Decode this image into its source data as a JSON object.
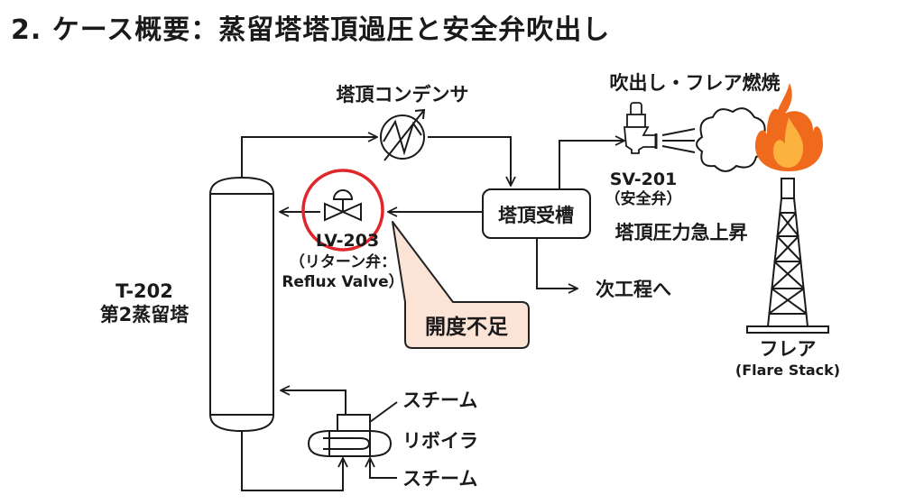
{
  "title": "2. ケース概要：蒸留塔塔頂過圧と安全弁吹出し",
  "labels": {
    "condenser": "塔頂コンデンサ",
    "release": "吹出し・フレア燃焼",
    "receiver": "塔頂受槽",
    "sv_id": "SV-201",
    "sv_name": "（安全弁）",
    "pressure_rise": "塔頂圧力急上昇",
    "next_process": "次工程へ",
    "lv_id": "LV-203",
    "lv_name_1": "（リターン弁：",
    "lv_name_2": "Reflux Valve）",
    "callout": "開度不足",
    "tower_id": "T-202",
    "tower_name": "第2蒸留塔",
    "steam_in": "スチーム",
    "reboiler": "リボイラ",
    "steam_out": "スチーム",
    "flare": "フレア",
    "flare_en": "(Flare Stack)"
  },
  "colors": {
    "line": "#1a1a1a",
    "highlight_circle": "#e0262b",
    "callout_fill": "#fbe3d6",
    "callout_border": "#222222",
    "flame_outer": "#f06a1d",
    "flame_inner": "#fbb23f"
  }
}
